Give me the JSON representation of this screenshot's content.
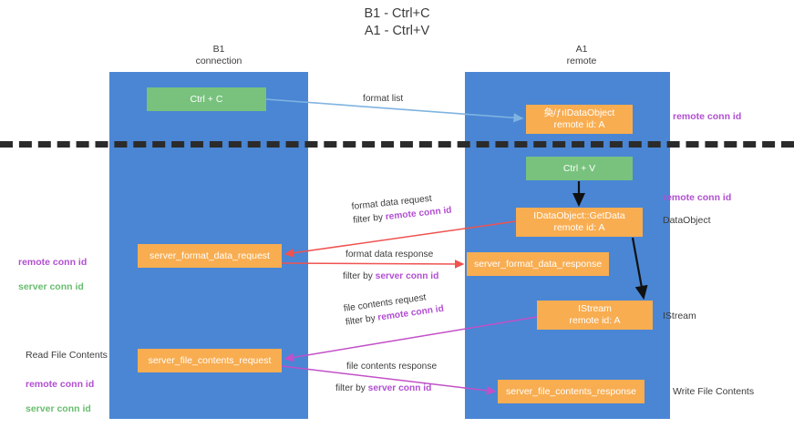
{
  "title": "B1 - Ctrl+C\nA1 - Ctrl+V",
  "columns": {
    "left": "B1\nconnection",
    "right": "A1\nremote"
  },
  "nodes": {
    "ctrl_c": "Ctrl + C",
    "idataobject": "奐/ƒıIDataObject\nremote id: A",
    "ctrl_v": "Ctrl + V",
    "idataobject_getdata": "IDataObject::GetData\nremote id: A",
    "server_format_data_response": "server_format_data_response",
    "istream": "IStream\nremote id: A",
    "server_file_contents_response": "server_file_contents_response",
    "server_format_data_request": "server_format_data_request",
    "server_file_contents_request": "server_file_contents_request"
  },
  "edge_labels": {
    "format_list": "format list",
    "format_data_request": "format data request",
    "format_data_request_filter_prefix": "filter by ",
    "format_data_request_filter_key": "remote conn id",
    "format_data_response": "format data response",
    "format_data_response_filter_prefix": "filter by ",
    "format_data_response_filter_key": "server conn id",
    "file_contents_request": "file contents request",
    "file_contents_request_filter_prefix": "filter by ",
    "file_contents_request_filter_key": "remote conn id",
    "file_contents_response": "file contents response",
    "file_contents_response_filter_prefix": "filter by ",
    "file_contents_response_filter_key": "server conn id"
  },
  "annotations": {
    "remote_conn_id_top": "remote conn id",
    "remote_conn_id_mid": "remote conn id",
    "dataobject": "DataObject",
    "istream": "IStream",
    "write_file_contents": "Write File Contents",
    "read_file_contents": "Read File Contents",
    "left_remote_conn_id": "remote conn id",
    "left_server_conn_id": "server conn id",
    "left_bottom_remote_conn_id": "remote conn id",
    "left_bottom_server_conn_id": "server conn id"
  },
  "colors": {
    "lane": "#4a86d4",
    "green_node": "#78c27d",
    "orange_node": "#f8ad51",
    "purple": "#b14fd1",
    "green_text": "#67bd6e",
    "divider": "#2b2b2b",
    "arrow_blue": "#7fb3e0",
    "arrow_red": "#ef5350",
    "arrow_magenta": "#c250c8",
    "arrow_black": "#111111"
  }
}
